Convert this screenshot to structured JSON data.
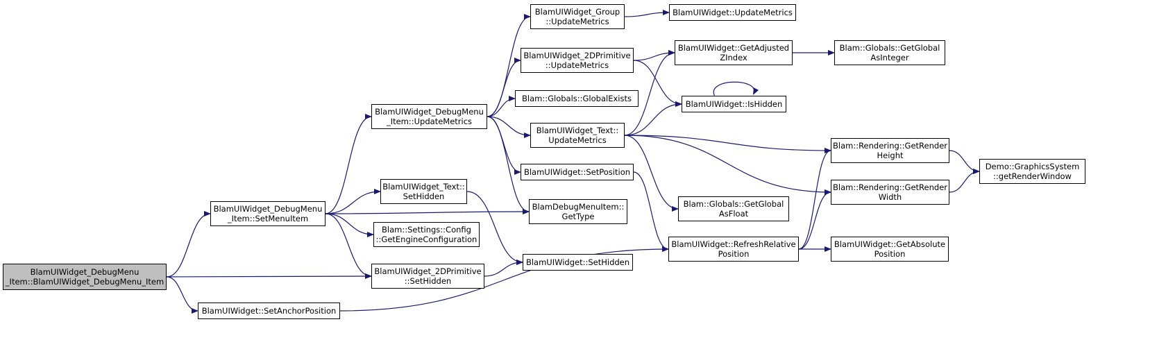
{
  "diagram": {
    "colors": {
      "edge": "#191970",
      "node_border": "#000000",
      "node_fill": "#ffffff",
      "root_fill": "#bfbfbf"
    },
    "nodes": [
      {
        "id": "root",
        "lines": [
          "BlamUIWidget_DebugMenu",
          "_Item::BlamUIWidget_DebugMenu_Item"
        ]
      },
      {
        "id": "setMenuItem",
        "lines": [
          "BlamUIWidget_DebugMenu",
          "_Item::SetMenuItem"
        ]
      },
      {
        "id": "setAnchorPosition",
        "lines": [
          "BlamUIWidget::SetAnchorPosition"
        ]
      },
      {
        "id": "updateMetrics",
        "lines": [
          "BlamUIWidget_DebugMenu",
          "_Item::UpdateMetrics"
        ]
      },
      {
        "id": "textSetHidden",
        "lines": [
          "BlamUIWidget_Text::",
          "SetHidden"
        ]
      },
      {
        "id": "getEngineConfiguration",
        "lines": [
          "Blam::Settings::Config",
          "::GetEngineConfiguration"
        ]
      },
      {
        "id": "prim2dSetHidden",
        "lines": [
          "BlamUIWidget_2DPrimitive",
          "::SetHidden"
        ]
      },
      {
        "id": "groupUpdateMetrics",
        "lines": [
          "BlamUIWidget_Group",
          "::UpdateMetrics"
        ]
      },
      {
        "id": "prim2dUpdateMetrics",
        "lines": [
          "BlamUIWidget_2DPrimitive",
          "::UpdateMetrics"
        ]
      },
      {
        "id": "globalExists",
        "lines": [
          "Blam::Globals::GlobalExists"
        ]
      },
      {
        "id": "textUpdateMetrics",
        "lines": [
          "BlamUIWidget_Text::",
          "UpdateMetrics"
        ]
      },
      {
        "id": "setPosition",
        "lines": [
          "BlamUIWidget::SetPosition"
        ]
      },
      {
        "id": "getType",
        "lines": [
          "BlamDebugMenuItem::",
          "GetType"
        ]
      },
      {
        "id": "widgetSetHidden",
        "lines": [
          "BlamUIWidget::SetHidden"
        ]
      },
      {
        "id": "widgetUpdateMetrics",
        "lines": [
          "BlamUIWidget::UpdateMetrics"
        ]
      },
      {
        "id": "getAdjustedZIndex",
        "lines": [
          "BlamUIWidget::GetAdjusted",
          "ZIndex"
        ]
      },
      {
        "id": "isHidden",
        "lines": [
          "BlamUIWidget::IsHidden"
        ]
      },
      {
        "id": "getGlobalAsFloat",
        "lines": [
          "Blam::Globals::GetGlobal",
          "AsFloat"
        ]
      },
      {
        "id": "refreshRelativePosition",
        "lines": [
          "BlamUIWidget::RefreshRelative",
          "Position"
        ]
      },
      {
        "id": "getGlobalAsInteger",
        "lines": [
          "Blam::Globals::GetGlobal",
          "AsInteger"
        ]
      },
      {
        "id": "getRenderHeight",
        "lines": [
          "Blam::Rendering::GetRender",
          "Height"
        ]
      },
      {
        "id": "getRenderWidth",
        "lines": [
          "Blam::Rendering::GetRender",
          "Width"
        ]
      },
      {
        "id": "getAbsolutePosition",
        "lines": [
          "BlamUIWidget::GetAbsolute",
          "Position"
        ]
      },
      {
        "id": "getRenderWindow",
        "lines": [
          "Demo::GraphicsSystem",
          "::getRenderWindow"
        ]
      }
    ],
    "edges": [
      [
        "root",
        "setMenuItem"
      ],
      [
        "root",
        "prim2dSetHidden"
      ],
      [
        "root",
        "setAnchorPosition"
      ],
      [
        "setMenuItem",
        "updateMetrics"
      ],
      [
        "setMenuItem",
        "getType"
      ],
      [
        "setMenuItem",
        "textSetHidden"
      ],
      [
        "setMenuItem",
        "getEngineConfiguration"
      ],
      [
        "setMenuItem",
        "prim2dSetHidden"
      ],
      [
        "setAnchorPosition",
        "refreshRelativePosition"
      ],
      [
        "updateMetrics",
        "groupUpdateMetrics"
      ],
      [
        "updateMetrics",
        "prim2dUpdateMetrics"
      ],
      [
        "updateMetrics",
        "globalExists"
      ],
      [
        "updateMetrics",
        "textUpdateMetrics"
      ],
      [
        "updateMetrics",
        "setPosition"
      ],
      [
        "updateMetrics",
        "getType"
      ],
      [
        "textSetHidden",
        "widgetSetHidden"
      ],
      [
        "prim2dSetHidden",
        "widgetSetHidden"
      ],
      [
        "groupUpdateMetrics",
        "widgetUpdateMetrics"
      ],
      [
        "prim2dUpdateMetrics",
        "getAdjustedZIndex"
      ],
      [
        "prim2dUpdateMetrics",
        "isHidden"
      ],
      [
        "textUpdateMetrics",
        "getAdjustedZIndex"
      ],
      [
        "textUpdateMetrics",
        "isHidden"
      ],
      [
        "textUpdateMetrics",
        "getGlobalAsFloat"
      ],
      [
        "textUpdateMetrics",
        "getRenderHeight"
      ],
      [
        "textUpdateMetrics",
        "getRenderWidth"
      ],
      [
        "setPosition",
        "refreshRelativePosition"
      ],
      [
        "getAdjustedZIndex",
        "getGlobalAsInteger"
      ],
      [
        "isHidden",
        "isHidden"
      ],
      [
        "refreshRelativePosition",
        "getRenderHeight"
      ],
      [
        "refreshRelativePosition",
        "getRenderWidth"
      ],
      [
        "refreshRelativePosition",
        "getAbsolutePosition"
      ],
      [
        "getRenderHeight",
        "getRenderWindow"
      ],
      [
        "getRenderWidth",
        "getRenderWindow"
      ]
    ]
  }
}
